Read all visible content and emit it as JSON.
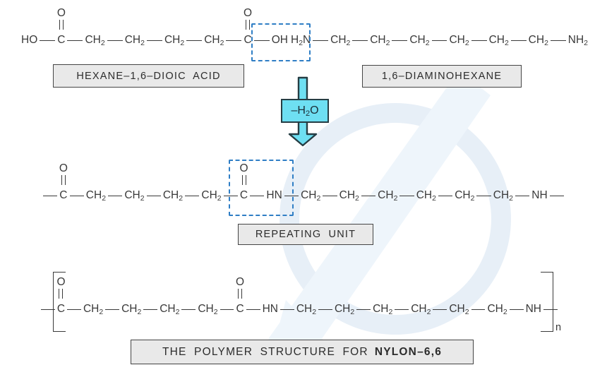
{
  "reactant_acid": {
    "label": "HEXANE–1,6–DIOIC ACID",
    "tokens": [
      {
        "pre": "HO"
      },
      {
        "bond": true
      },
      {
        "carbonyl": true,
        "c": "C",
        "o": "O"
      },
      {
        "bond": true
      },
      {
        "pre": "CH",
        "sub": "2"
      },
      {
        "bond": true
      },
      {
        "pre": "CH",
        "sub": "2"
      },
      {
        "bond": true
      },
      {
        "pre": "CH",
        "sub": "2"
      },
      {
        "bond": true
      },
      {
        "pre": "CH",
        "sub": "2"
      },
      {
        "bond": true
      },
      {
        "carbonyl": true,
        "c": "C",
        "o": "O"
      },
      {
        "bond": true
      },
      {
        "pre": "OH"
      }
    ]
  },
  "reactant_amine": {
    "label": "1,6–DIAMINOHEXANE",
    "tokens": [
      {
        "pre": "H",
        "sub": "2",
        "post": "N"
      },
      {
        "bond": true
      },
      {
        "pre": "CH",
        "sub": "2"
      },
      {
        "bond": true
      },
      {
        "pre": "CH",
        "sub": "2"
      },
      {
        "bond": true
      },
      {
        "pre": "CH",
        "sub": "2"
      },
      {
        "bond": true
      },
      {
        "pre": "CH",
        "sub": "2"
      },
      {
        "bond": true
      },
      {
        "pre": "CH",
        "sub": "2"
      },
      {
        "bond": true
      },
      {
        "pre": "CH",
        "sub": "2"
      },
      {
        "bond": true
      },
      {
        "pre": "NH",
        "sub": "2"
      }
    ]
  },
  "arrow": {
    "label_pre": "–H",
    "label_sub": "2",
    "label_post": "O"
  },
  "repeating_unit": {
    "label": "REPEATING UNIT",
    "tokens": [
      {
        "bond": true
      },
      {
        "carbonyl": true,
        "c": "C",
        "o": "O"
      },
      {
        "bond": true
      },
      {
        "pre": "CH",
        "sub": "2"
      },
      {
        "bond": true
      },
      {
        "pre": "CH",
        "sub": "2"
      },
      {
        "bond": true
      },
      {
        "pre": "CH",
        "sub": "2"
      },
      {
        "bond": true
      },
      {
        "pre": "CH",
        "sub": "2"
      },
      {
        "bond": true
      },
      {
        "carbonyl": true,
        "c": "C",
        "o": "O"
      },
      {
        "bond": true
      },
      {
        "pre": "HN"
      },
      {
        "bond": true
      },
      {
        "pre": "CH",
        "sub": "2"
      },
      {
        "bond": true
      },
      {
        "pre": "CH",
        "sub": "2"
      },
      {
        "bond": true
      },
      {
        "pre": "CH",
        "sub": "2"
      },
      {
        "bond": true
      },
      {
        "pre": "CH",
        "sub": "2"
      },
      {
        "bond": true
      },
      {
        "pre": "CH",
        "sub": "2"
      },
      {
        "bond": true
      },
      {
        "pre": "CH",
        "sub": "2"
      },
      {
        "bond": true
      },
      {
        "pre": "NH"
      },
      {
        "bond": true
      }
    ]
  },
  "polymer": {
    "label_normal": "THE POLYMER STRUCTURE FOR",
    "label_bold": "NYLON–6,6",
    "n": "n",
    "tokens": [
      {
        "bond": true
      },
      {
        "carbonyl": true,
        "c": "C",
        "o": "O"
      },
      {
        "bond": true
      },
      {
        "pre": "CH",
        "sub": "2"
      },
      {
        "bond": true
      },
      {
        "pre": "CH",
        "sub": "2"
      },
      {
        "bond": true
      },
      {
        "pre": "CH",
        "sub": "2"
      },
      {
        "bond": true
      },
      {
        "pre": "CH",
        "sub": "2"
      },
      {
        "bond": true
      },
      {
        "carbonyl": true,
        "c": "C",
        "o": "O"
      },
      {
        "bond": true
      },
      {
        "pre": "HN"
      },
      {
        "bond": true
      },
      {
        "pre": "CH",
        "sub": "2"
      },
      {
        "bond": true
      },
      {
        "pre": "CH",
        "sub": "2"
      },
      {
        "bond": true
      },
      {
        "pre": "CH",
        "sub": "2"
      },
      {
        "bond": true
      },
      {
        "pre": "CH",
        "sub": "2"
      },
      {
        "bond": true
      },
      {
        "pre": "CH",
        "sub": "2"
      },
      {
        "bond": true
      },
      {
        "pre": "CH",
        "sub": "2"
      },
      {
        "bond": true
      },
      {
        "pre": "NH"
      },
      {
        "bond": true
      }
    ]
  },
  "colors": {
    "arrow_fill": "#6edff2",
    "arrow_outline": "#253d44",
    "dashed_box": "#2f7ec5",
    "label_box_bg": "#e9e9e9",
    "label_box_border": "#454545",
    "formula_text": "#3a3a3a",
    "watermark_ring": "#e7eff7",
    "watermark_band": "#eef5fb"
  }
}
